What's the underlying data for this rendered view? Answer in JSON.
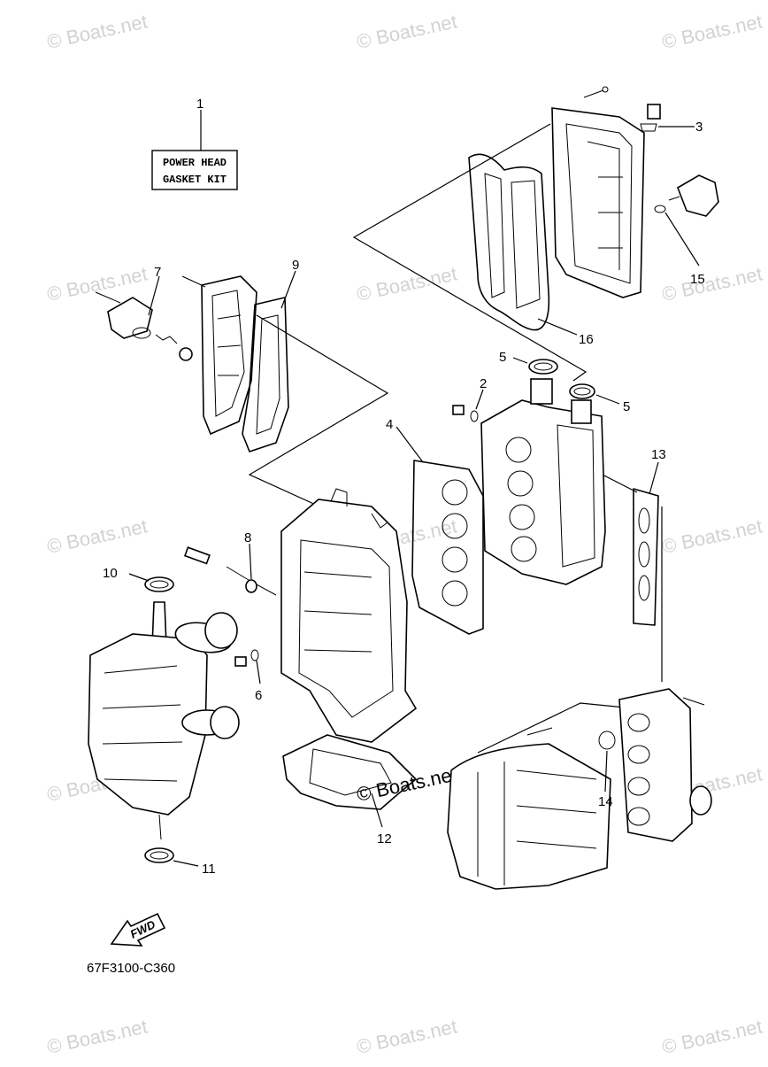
{
  "watermark": "© Boats.net",
  "kit_label": {
    "line1": "POWER HEAD",
    "line2": "GASKET KIT"
  },
  "fwd_label": "FWD",
  "diagram_code": "67F3100-C360",
  "callouts": [
    "1",
    "2",
    "3",
    "4",
    "5",
    "5",
    "6",
    "7",
    "8",
    "9",
    "10",
    "11",
    "12",
    "13",
    "14",
    "15",
    "16"
  ]
}
